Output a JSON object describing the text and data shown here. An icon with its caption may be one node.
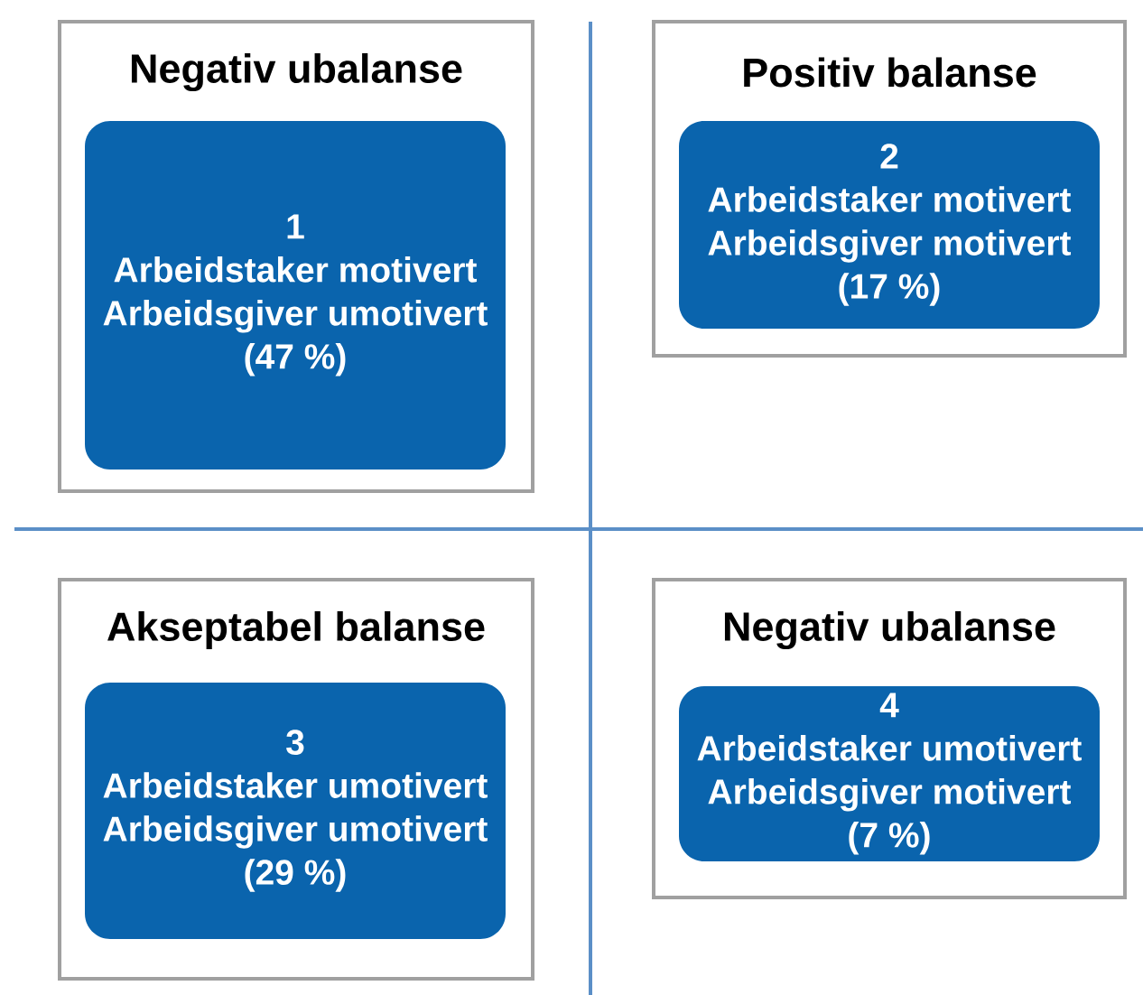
{
  "diagram": {
    "nodes": [
      {
        "text": [
          "Negativ ubalanse"
        ]
      },
      {
        "text": [
          "1",
          "Arbeidstaker motivert",
          "Arbeidsgiver umotivert",
          "(47 %)"
        ],
        "in": 0
      },
      {
        "text": [
          "Positiv balanse"
        ]
      },
      {
        "text": [
          "2",
          "Arbeidstaker motivert",
          "Arbeidsgiver motivert",
          "(17 %)"
        ],
        "in": 2
      },
      {
        "text": [
          "Akseptabel balanse"
        ]
      },
      {
        "text": [
          "3",
          "Arbeidstaker umotivert",
          "Arbeidsgiver umotivert",
          "(29 %)"
        ],
        "in": 4
      },
      {
        "text": [
          "Negativ ubalanse"
        ]
      },
      {
        "text": [
          "4",
          "Arbeidstaker umotivert",
          "Arbeidsgiver motivert",
          "(7 %)"
        ],
        "in": 6
      }
    ]
  }
}
